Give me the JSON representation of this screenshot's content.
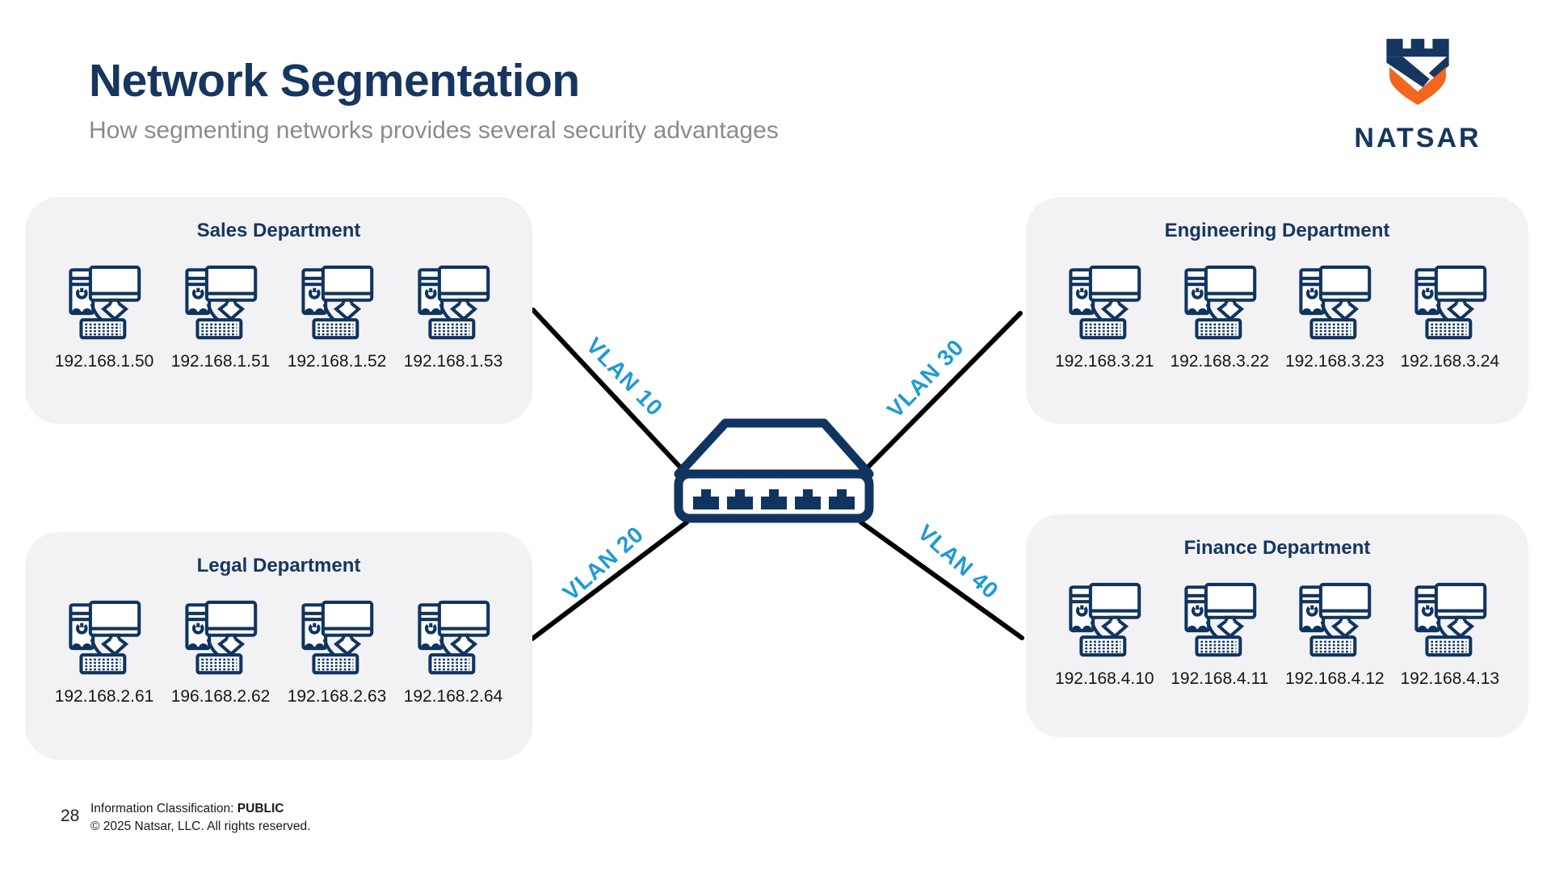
{
  "slide": {
    "title": "Network Segmentation",
    "subtitle": "How segmenting networks provides several security advantages",
    "page_number": "28",
    "classification_label": "Information Classification:",
    "classification_value": "PUBLIC",
    "copyright": "© 2025 Natsar, LLC. All rights reserved."
  },
  "logo": {
    "brand": "NATSAR",
    "icon": "castle-shield-icon"
  },
  "colors": {
    "navy": "#16365f",
    "icon_navy": "#103460",
    "vlan_blue": "#1f9ad5",
    "logo_orange": "#f4651f",
    "box_background": "#f2f2f4",
    "subtitle_gray": "#8b8b8b",
    "link_black": "#000000"
  },
  "switch": {
    "icon": "network-switch-icon",
    "port_count": 5
  },
  "vlans": [
    {
      "label": "VLAN 10",
      "connects_to": "Sales Department"
    },
    {
      "label": "VLAN 20",
      "connects_to": "Legal Department"
    },
    {
      "label": "VLAN 30",
      "connects_to": "Engineering Department"
    },
    {
      "label": "VLAN 40",
      "connects_to": "Finance Department"
    }
  ],
  "departments": [
    {
      "title": "Sales Department",
      "ips": [
        "192.168.1.50",
        "192.168.1.51",
        "192.168.1.52",
        "192.168.1.53"
      ]
    },
    {
      "title": "Engineering Department",
      "ips": [
        "192.168.3.21",
        "192.168.3.22",
        "192.168.3.23",
        "192.168.3.24"
      ]
    },
    {
      "title": "Legal Department",
      "ips": [
        "192.168.2.61",
        "196.168.2.62",
        "192.168.2.63",
        "192.168.2.64"
      ]
    },
    {
      "title": "Finance Department",
      "ips": [
        "192.168.4.10",
        "192.168.4.11",
        "192.168.4.12",
        "192.168.4.13"
      ]
    }
  ]
}
